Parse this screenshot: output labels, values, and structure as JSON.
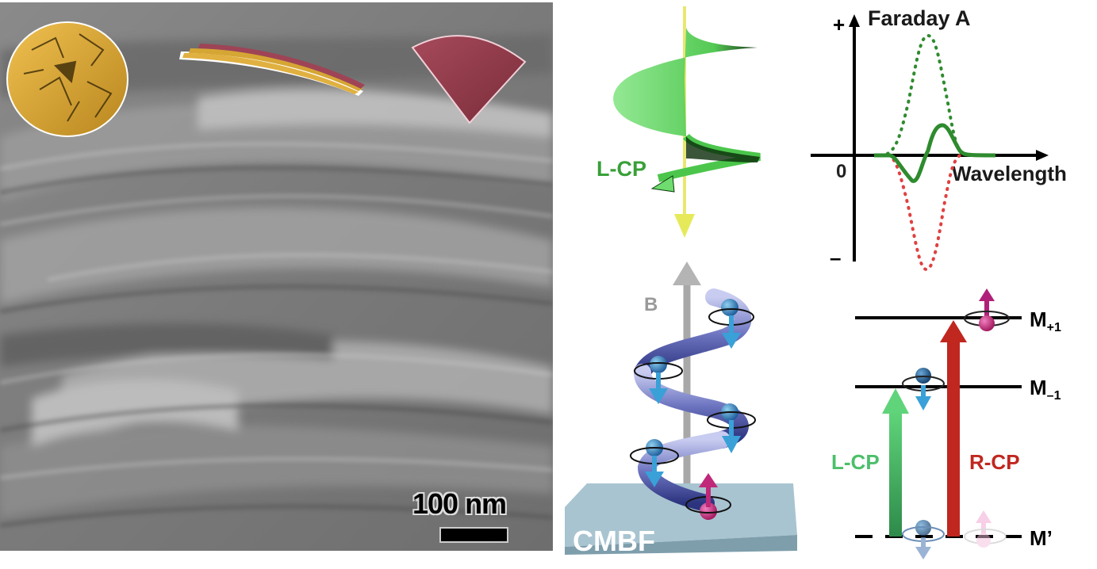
{
  "sem_image": {
    "scale_bar_label": "100 nm",
    "insets": [
      "gold-spherulite-icon",
      "layered-ribbon-icon",
      "maroon-wedge-icon"
    ]
  },
  "helix_panel": {
    "light_label": "L-CP",
    "field_label": "B",
    "substrate_label": "CMBF",
    "colors": {
      "light": "#5fd35f",
      "field": "#b0b0b0",
      "helix": "#5a63b0",
      "spin_down": "#3aa0d8",
      "spin_up": "#c0287a",
      "substrate": "#9fbfcc"
    }
  },
  "chart_data": {
    "type": "line",
    "title": "Faraday A",
    "xlabel": "Wavelength",
    "ylabel": "",
    "y_tick_labels": [
      "+",
      "0",
      "–"
    ],
    "grid": false,
    "legend": null,
    "series": [
      {
        "name": "L-CP absorption (dotted green)",
        "style": "dotted",
        "color": "#2e8b2e",
        "x": [
          0.0,
          0.2,
          0.35,
          0.45,
          0.52,
          0.6,
          0.7,
          0.8,
          1.0
        ],
        "values": [
          0,
          0,
          0.2,
          0.65,
          1.0,
          0.65,
          0.2,
          0,
          0
        ]
      },
      {
        "name": "R-CP absorption (dotted red)",
        "style": "dotted",
        "color": "#e04040",
        "x": [
          0.0,
          0.2,
          0.3,
          0.4,
          0.47,
          0.55,
          0.65,
          0.75,
          1.0
        ],
        "values": [
          0,
          0,
          -0.2,
          -0.65,
          -1.0,
          -0.65,
          -0.2,
          0,
          0
        ]
      },
      {
        "name": "Faraday A term (solid green)",
        "style": "solid",
        "color": "#2e8b2e",
        "x": [
          0.0,
          0.15,
          0.25,
          0.33,
          0.42,
          0.5,
          0.58,
          0.68,
          1.0
        ],
        "values": [
          0,
          0,
          -0.05,
          -0.3,
          0,
          0.35,
          0.05,
          0,
          0
        ]
      }
    ]
  },
  "energy_levels": {
    "levels": [
      {
        "label": "M",
        "subscript": "+1"
      },
      {
        "label": "M",
        "subscript": "–1"
      },
      {
        "label": "M’",
        "subscript": ""
      }
    ],
    "transitions": [
      {
        "label": "L-CP",
        "color": "#4cbf6a"
      },
      {
        "label": "R-CP",
        "color": "#c0271f"
      }
    ]
  }
}
